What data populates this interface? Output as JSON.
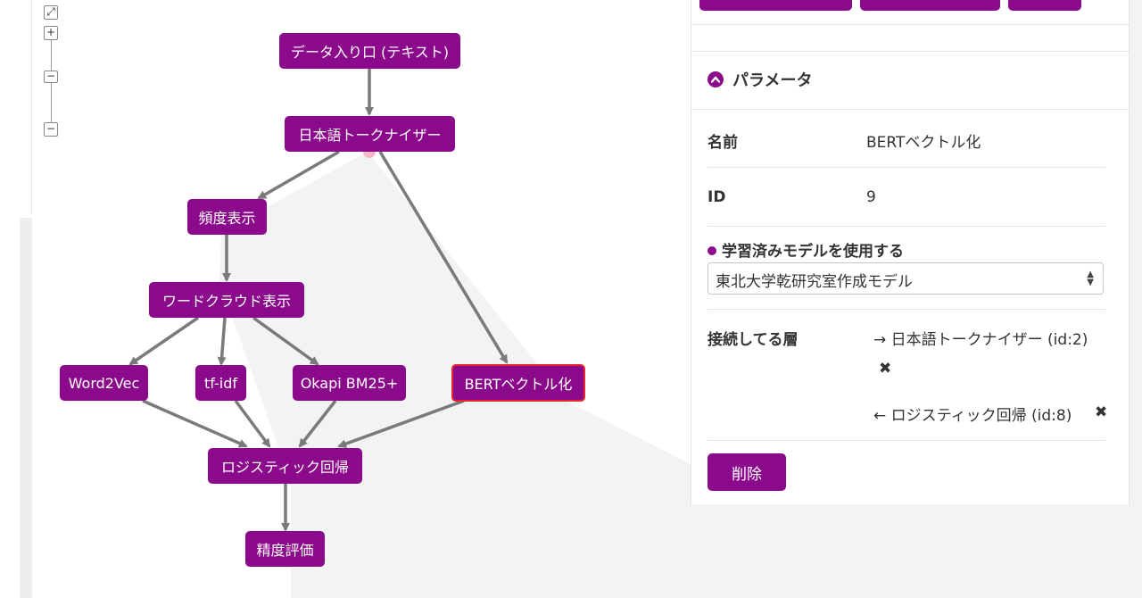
{
  "graph": {
    "nodes": [
      {
        "id": "data-input",
        "label": "データ入り口 (テキスト)"
      },
      {
        "id": "tokenizer",
        "label": "日本語トークナイザー"
      },
      {
        "id": "freq",
        "label": "頻度表示"
      },
      {
        "id": "wordcloud",
        "label": "ワードクラウド表示"
      },
      {
        "id": "word2vec",
        "label": "Word2Vec"
      },
      {
        "id": "tfidf",
        "label": "tf-idf"
      },
      {
        "id": "bm25",
        "label": "Okapi BM25+"
      },
      {
        "id": "bert",
        "label": "BERTベクトル化"
      },
      {
        "id": "logreg",
        "label": "ロジスティック回帰"
      },
      {
        "id": "eval",
        "label": "精度評価"
      }
    ],
    "zoom": {
      "fit_icon": "⤢",
      "in": "+",
      "out": "−"
    }
  },
  "panel": {
    "section_title": "パラメータ",
    "name_label": "名前",
    "name_value": "BERTベクトル化",
    "id_label": "ID",
    "id_value": "9",
    "pretrained_label": "学習済みモデルを使用する",
    "pretrained_value": "東北大学乾研究室作成モデル",
    "connections_label": "接続してる層",
    "connections": [
      {
        "text": "→ 日本語トークナイザー (id:2)"
      },
      {
        "text": "← ロジスティック回帰 (id:8)"
      }
    ],
    "remove_glyph": "✖",
    "delete_label": "削除"
  },
  "colors": {
    "accent": "#8b0a8b",
    "selected_border": "#e8262c",
    "panel_bg": "#f2f4f4"
  }
}
